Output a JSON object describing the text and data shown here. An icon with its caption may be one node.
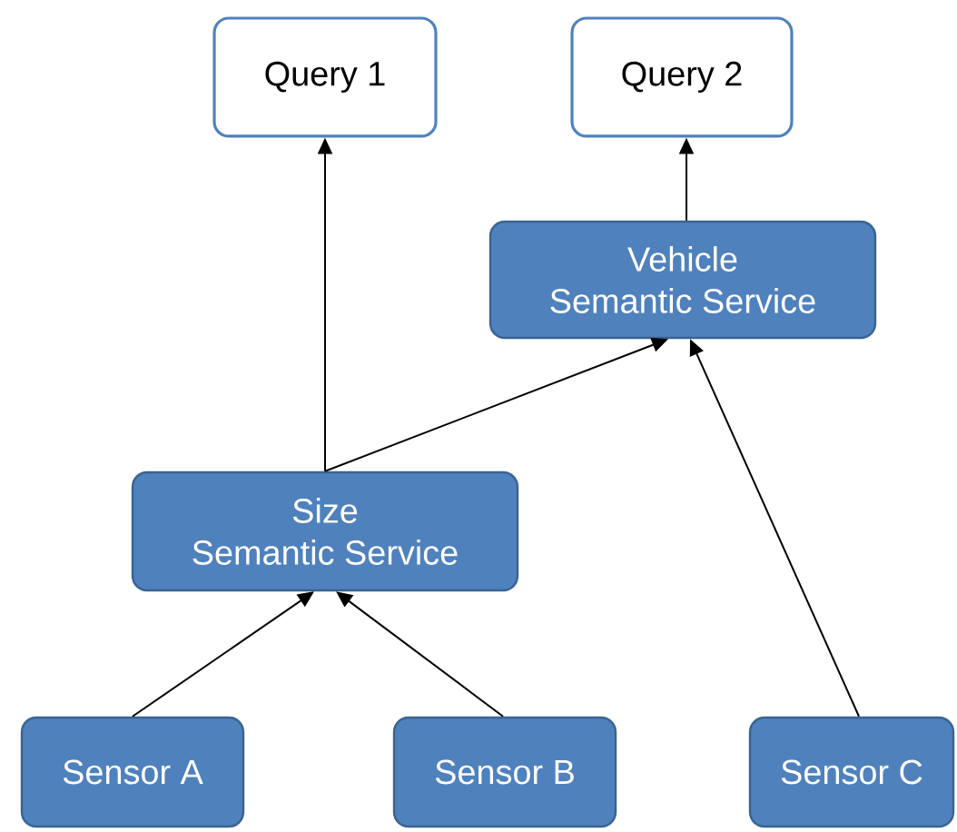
{
  "diagram": {
    "nodes": [
      {
        "text": [
          "Query 1"
        ]
      },
      {
        "text": [
          "Query 2"
        ]
      },
      {
        "text": [
          "Vehicle Semantic Service"
        ]
      },
      {
        "text": [
          "Size Semantic Service"
        ]
      },
      {
        "text": [
          "Sensor A"
        ]
      },
      {
        "text": [
          "Sensor B"
        ]
      },
      {
        "text": [
          "Sensor C"
        ]
      }
    ],
    "edges": [
      {
        "from": 3,
        "to": 0,
        "arrow": "to"
      },
      {
        "from": 2,
        "to": 1,
        "arrow": "to"
      },
      {
        "from": 3,
        "to": 2,
        "arrow": "to"
      },
      {
        "from": 6,
        "to": 2,
        "arrow": "to"
      },
      {
        "from": 4,
        "to": 3,
        "arrow": "to"
      },
      {
        "from": 5,
        "to": 3,
        "arrow": "to"
      }
    ]
  }
}
